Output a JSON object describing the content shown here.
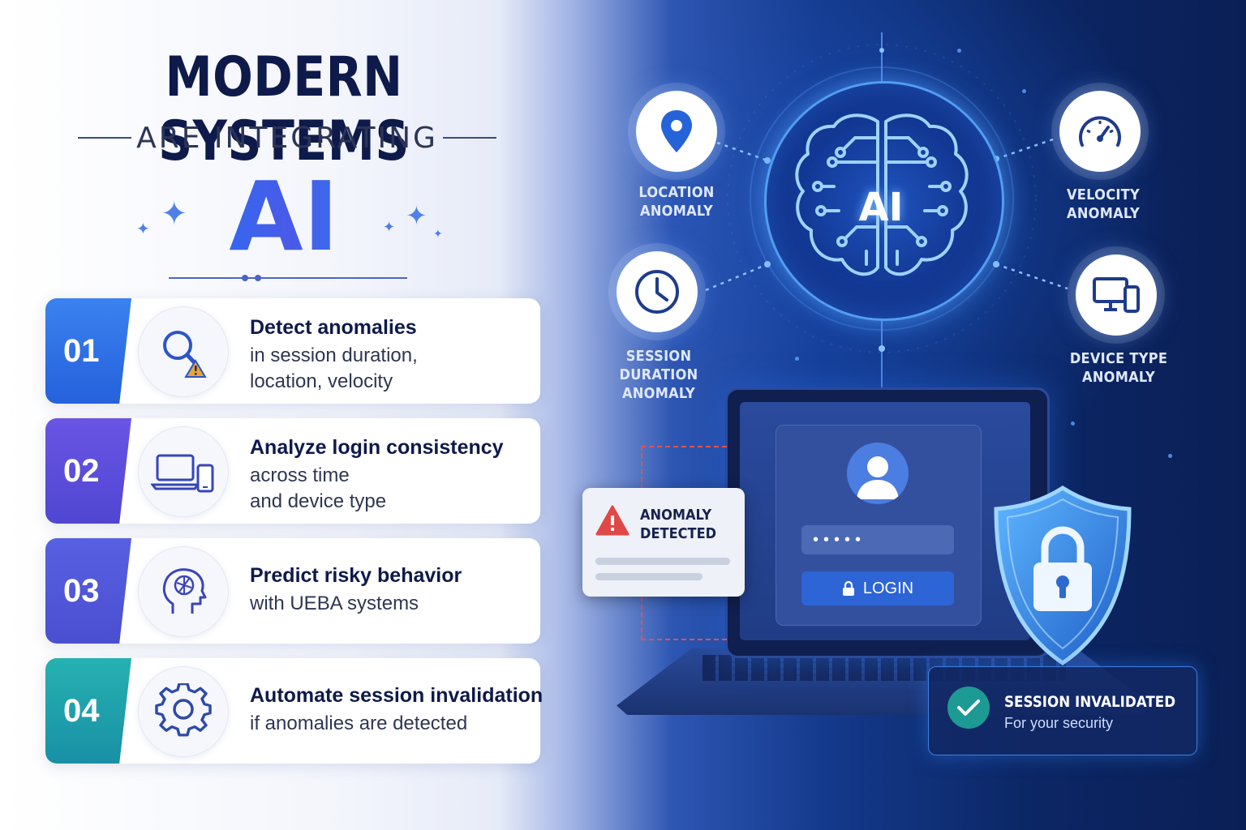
{
  "header": {
    "title_line1": "MODERN SYSTEMS",
    "title_line2": "ARE INTEGRATING",
    "title_ai": "AI"
  },
  "steps": [
    {
      "number": "01",
      "title": "Detect anomalies",
      "lines": [
        "in session duration,",
        "location, velocity"
      ],
      "icon": "magnifier-warning-icon",
      "color": "#2d6de8"
    },
    {
      "number": "02",
      "title": "Analyze login consistency",
      "lines": [
        "across time",
        "and device type"
      ],
      "icon": "laptop-phone-icon",
      "color": "#5b4fd8"
    },
    {
      "number": "03",
      "title": "Predict risky behavior",
      "lines": [
        "with UEBA systems"
      ],
      "icon": "head-network-icon",
      "color": "#4c55da"
    },
    {
      "number": "04",
      "title": "Automate session invalidation",
      "lines": [
        "if anomalies are detected"
      ],
      "icon": "gear-icon",
      "color": "#1ba4a6"
    }
  ],
  "diagram": {
    "center_label": "AI",
    "features": [
      {
        "label_line1": "LOCATION",
        "label_line2": "ANOMALY",
        "icon": "location-pin-icon"
      },
      {
        "label_line1": "VELOCITY",
        "label_line2": "ANOMALY",
        "icon": "speedometer-icon"
      },
      {
        "label_line1": "SESSION DURATION",
        "label_line2": "ANOMALY",
        "icon": "clock-icon"
      },
      {
        "label_line1": "DEVICE TYPE",
        "label_line2": "ANOMALY",
        "icon": "devices-icon"
      }
    ]
  },
  "login": {
    "password_mask": "•••••",
    "button_label": "LOGIN"
  },
  "alert": {
    "line1": "ANOMALY",
    "line2": "DETECTED"
  },
  "session": {
    "title": "SESSION INVALIDATED",
    "subtitle": "For your security"
  },
  "colors": {
    "navy": "#0d1a4a",
    "accent_blue": "#2d6de8",
    "teal": "#1ba4a6",
    "alert_red": "#e05252"
  }
}
